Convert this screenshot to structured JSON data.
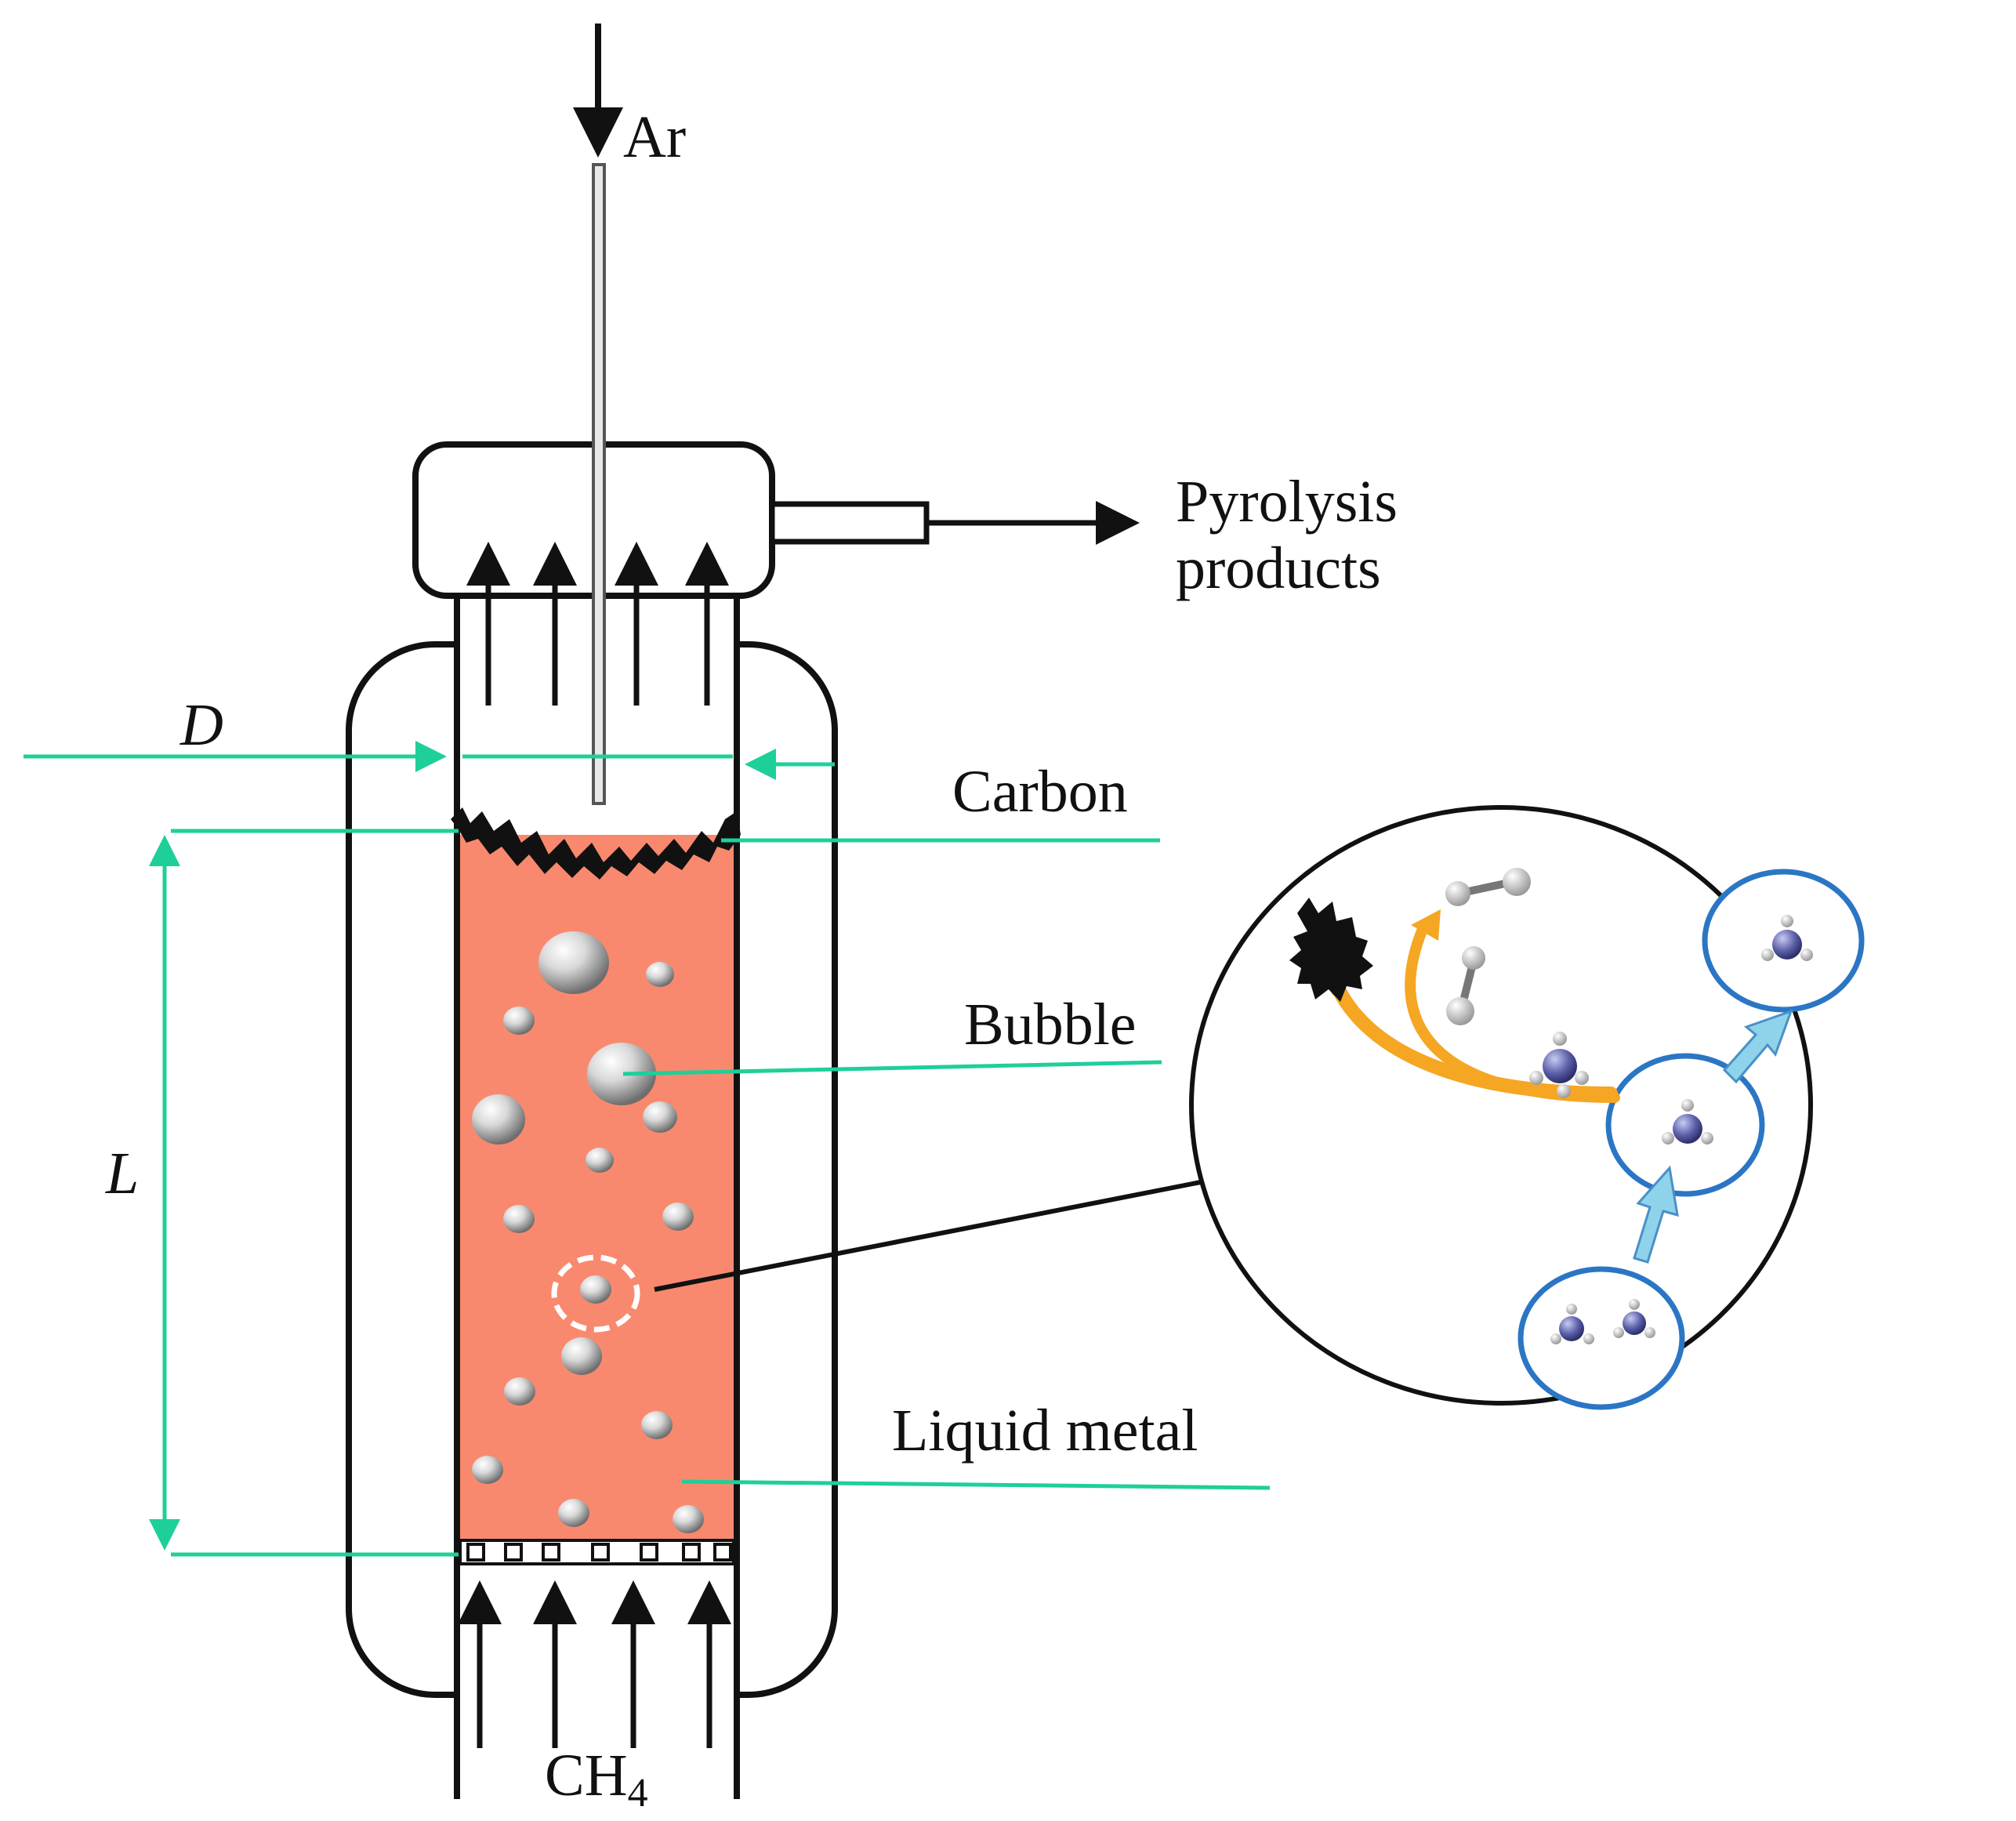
{
  "diagram": {
    "labels": {
      "ar": "Ar",
      "pyrolysis_line1": "Pyrolysis",
      "pyrolysis_line2": "products",
      "d": "D",
      "l": "L",
      "carbon": "Carbon",
      "bubble": "Bubble",
      "liquid_metal": "Liquid metal",
      "ch4_main": "CH",
      "ch4_sub": "4"
    },
    "colors": {
      "liquid_metal": "#f9896e",
      "dimension_lines": "#1fcf9a",
      "inset_circles": "#2b76c4",
      "orange_arrow": "#f5a623",
      "blue_arrow": "#8fd3ea",
      "outline": "#111111",
      "molecule_center": "#5b5fa8"
    }
  }
}
